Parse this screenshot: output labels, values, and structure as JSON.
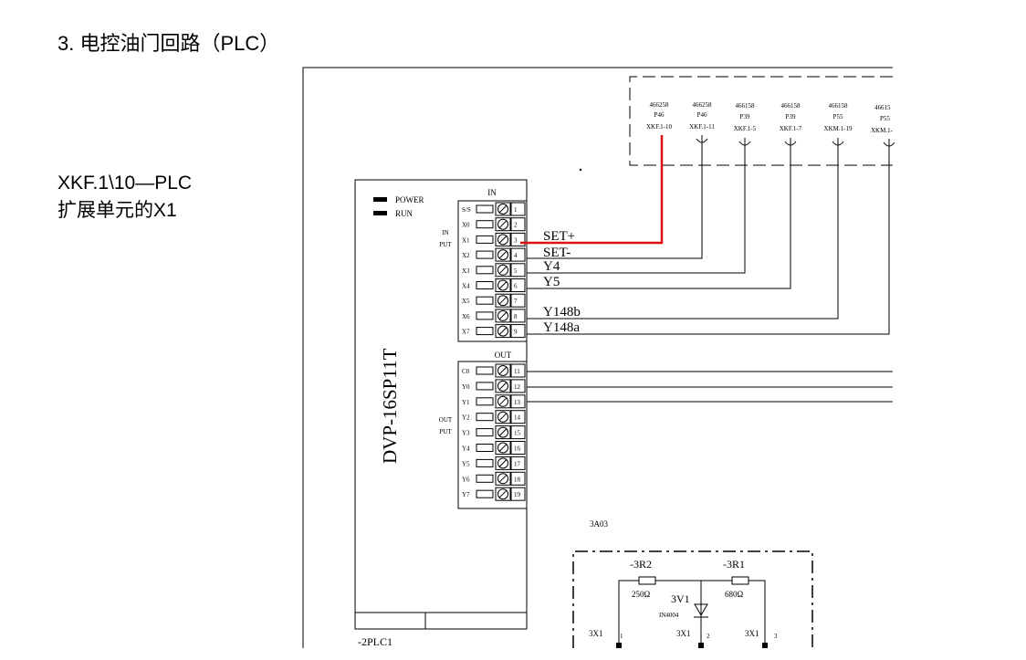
{
  "heading": "3. 电控油门回路（PLC）",
  "note": {
    "line1": "XKF.1\\10—PLC",
    "line2": "扩展单元的X1"
  },
  "connectors": [
    {
      "num": "466258",
      "p": "P46",
      "term": "XKF.1-10"
    },
    {
      "num": "466258",
      "p": "P46",
      "term": "XKF.1-11"
    },
    {
      "num": "466158",
      "p": "P39",
      "term": "XKF.1-5"
    },
    {
      "num": "466158",
      "p": "P39",
      "term": "XKF.1-7"
    },
    {
      "num": "466158",
      "p": "P55",
      "term": "XKM.1-19"
    },
    {
      "num": "46615",
      "p": "P55",
      "term": "XKM.1-"
    }
  ],
  "plc": {
    "model": "DVP-16SP11T",
    "tag": "-2PLC1",
    "power": "POWER",
    "run": "RUN",
    "in_header": "IN",
    "out_header": "OUT",
    "in_label_1": "IN",
    "in_label_2": "PUT",
    "out_label_1": "OUT",
    "out_label_2": "PUT",
    "inputs": [
      {
        "name": "S/S",
        "num": "1"
      },
      {
        "name": "X0",
        "num": "2"
      },
      {
        "name": "X1",
        "num": "3"
      },
      {
        "name": "X2",
        "num": "4"
      },
      {
        "name": "X3",
        "num": "5"
      },
      {
        "name": "X4",
        "num": "6"
      },
      {
        "name": "X5",
        "num": "7"
      },
      {
        "name": "X6",
        "num": "8"
      },
      {
        "name": "X7",
        "num": "9"
      }
    ],
    "outputs": [
      {
        "name": "C0",
        "num": "11"
      },
      {
        "name": "Y0",
        "num": "12"
      },
      {
        "name": "Y1",
        "num": "13"
      },
      {
        "name": "Y2",
        "num": "14"
      },
      {
        "name": "Y3",
        "num": "15"
      },
      {
        "name": "Y4",
        "num": "16"
      },
      {
        "name": "Y5",
        "num": "17"
      },
      {
        "name": "Y6",
        "num": "18"
      },
      {
        "name": "Y7",
        "num": "19"
      }
    ]
  },
  "wires": {
    "w1": "SET+",
    "w2": "SET-",
    "w3": "Y4",
    "w4": "Y5",
    "w5": "Y148b",
    "w6": "Y148a"
  },
  "module": {
    "tag": "3A03",
    "r2": "-3R2",
    "r1": "-3R1",
    "r2_value": "250Ω",
    "r1_value": "680Ω",
    "diode": "3V1",
    "diode_type": "IN4004",
    "t1_label": "3X1",
    "t1_num": "1",
    "t2_label": "3X1",
    "t2_num": "2",
    "t3_label": "3X1",
    "t3_num": "3"
  },
  "colors": {
    "highlight_wire": "#e01010",
    "line": "#000000"
  }
}
